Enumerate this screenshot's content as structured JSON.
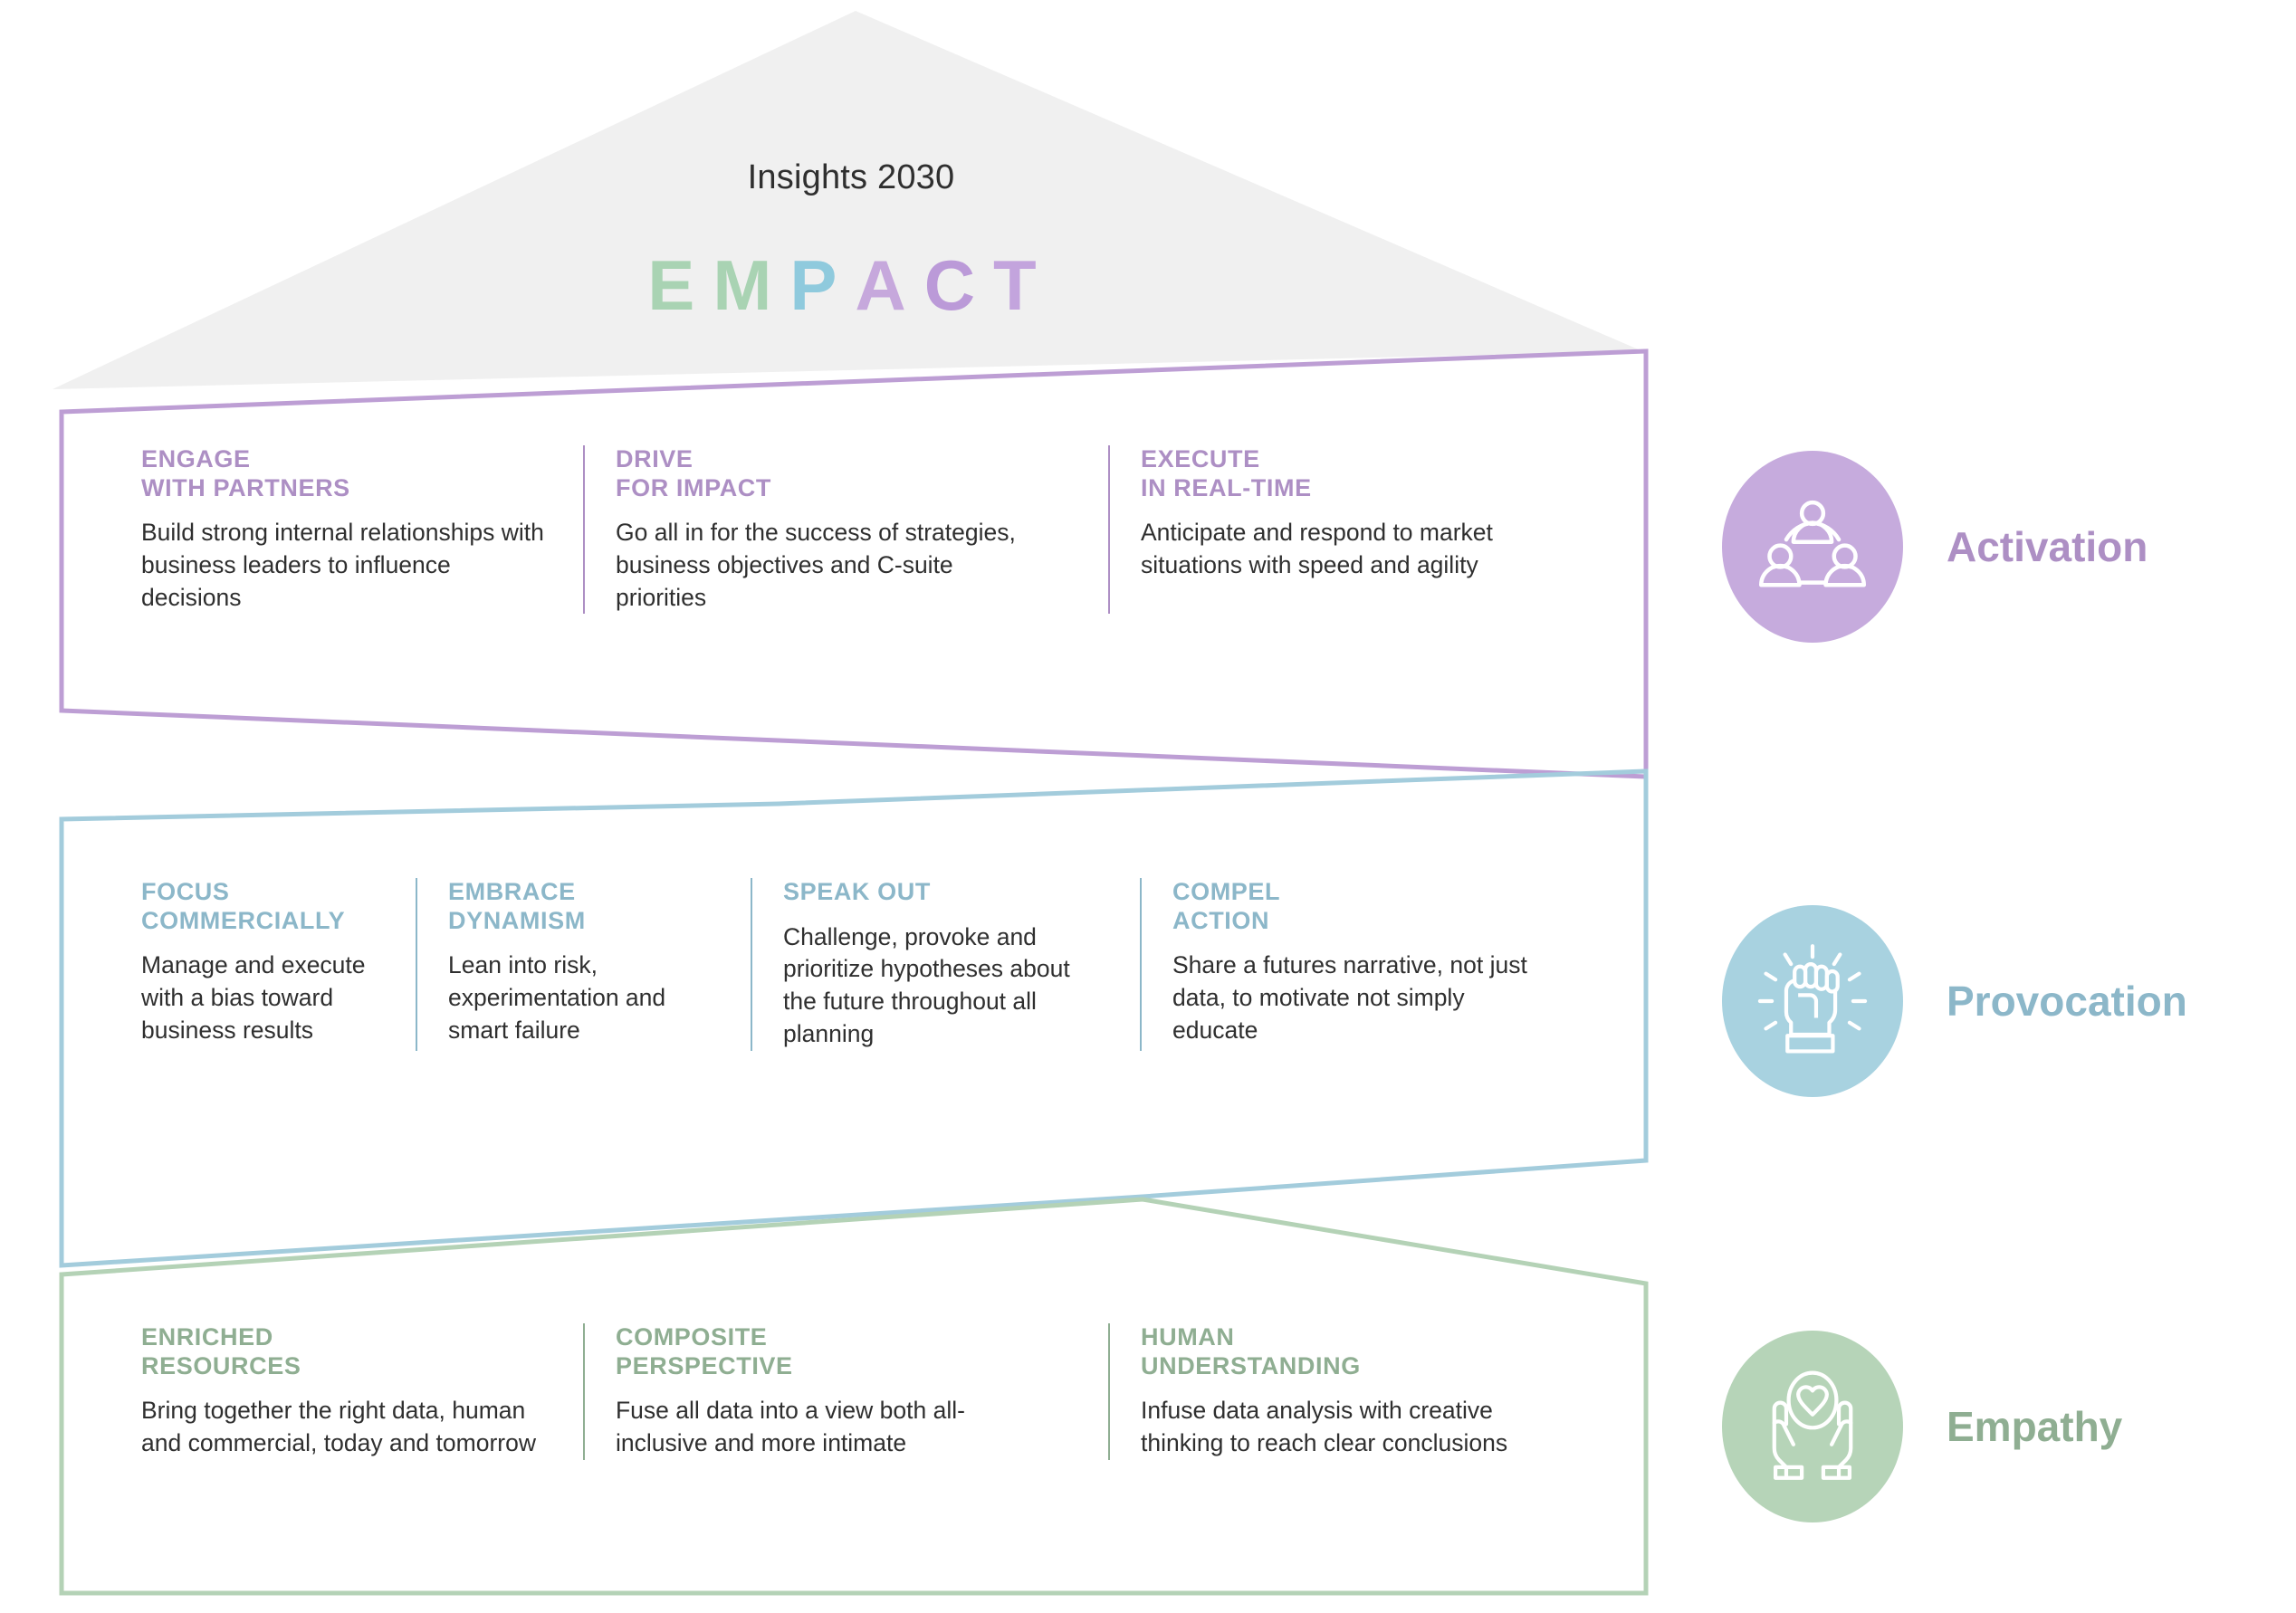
{
  "roof": {
    "title": "Insights 2030",
    "wordmark": [
      {
        "letter": "E",
        "color": "#a9d3b3"
      },
      {
        "letter": "M",
        "color": "#a9d3b3"
      },
      {
        "letter": "P",
        "color": "#8fcadd"
      },
      {
        "letter": "A",
        "color": "#c6a8dc"
      },
      {
        "letter": "C",
        "color": "#bb9ad8"
      },
      {
        "letter": "T",
        "color": "#c3a4dd"
      }
    ],
    "fill": "#f0f0f0"
  },
  "panels": [
    {
      "id": "activation",
      "accent": "#ad8fc4",
      "badge_color": "#c6abdd",
      "legend_label": "Activation",
      "icon": "people-network-icon",
      "columns": [
        {
          "kicker_line1": "ENGAGE",
          "kicker_line2": "WITH PARTNERS",
          "body": "Build strong internal relationships with business leaders to influence decisions"
        },
        {
          "kicker_line1": "DRIVE",
          "kicker_line2": "FOR IMPACT",
          "body": "Go all in for the success of strategies, business objectives and C-suite priorities"
        },
        {
          "kicker_line1": "EXECUTE",
          "kicker_line2": "IN REAL-TIME",
          "body": "Anticipate and respond to market situations with speed and agility"
        }
      ]
    },
    {
      "id": "provocation",
      "accent": "#8cb7c9",
      "badge_color": "#a8d2e0",
      "legend_label": "Provocation",
      "icon": "raised-fist-icon",
      "columns": [
        {
          "kicker_line1": "FOCUS",
          "kicker_line2": "COMMERCIALLY",
          "body": "Manage and execute with a bias toward business results"
        },
        {
          "kicker_line1": "EMBRACE",
          "kicker_line2": "DYNAMISM",
          "body": "Lean into risk, experimentation and smart failure"
        },
        {
          "kicker_line1": "SPEAK OUT",
          "kicker_line2": "",
          "body": "Challenge, provoke and prioritize hypotheses about the future throughout all planning"
        },
        {
          "kicker_line1": "COMPEL",
          "kicker_line2": "ACTION",
          "body": "Share a futures narrative, not just data, to motivate not simply educate"
        }
      ]
    },
    {
      "id": "empathy",
      "accent": "#8fae92",
      "badge_color": "#b6d4b8",
      "legend_label": "Empathy",
      "icon": "hands-heart-icon",
      "columns": [
        {
          "kicker_line1": "ENRICHED",
          "kicker_line2": "RESOURCES",
          "body": "Bring together the right data, human and commercial, today and tomorrow"
        },
        {
          "kicker_line1": "COMPOSITE",
          "kicker_line2": "PERSPECTIVE",
          "body": "Fuse all data into a view both all-inclusive and more intimate"
        },
        {
          "kicker_line1": "HUMAN",
          "kicker_line2": "UNDERSTANDING",
          "body": "Infuse data analysis with creative thinking to reach clear conclusions"
        }
      ]
    }
  ]
}
